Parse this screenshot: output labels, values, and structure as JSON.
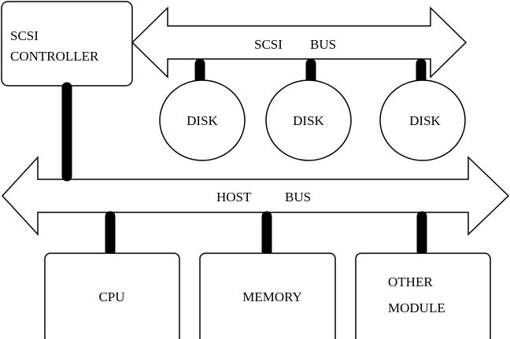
{
  "diagram": {
    "scsi_controller": {
      "line1": "SCSI",
      "line2": "CONTROLLER"
    },
    "scsi_bus": {
      "label_a": "SCSI",
      "label_b": "BUS"
    },
    "disks": [
      "DISK",
      "DISK",
      "DISK"
    ],
    "host_bus": {
      "label_a": "HOST",
      "label_b": "BUS"
    },
    "modules": {
      "cpu": "CPU",
      "memory": "MEMORY",
      "other_line1": "OTHER",
      "other_line2": "MODULE"
    }
  }
}
